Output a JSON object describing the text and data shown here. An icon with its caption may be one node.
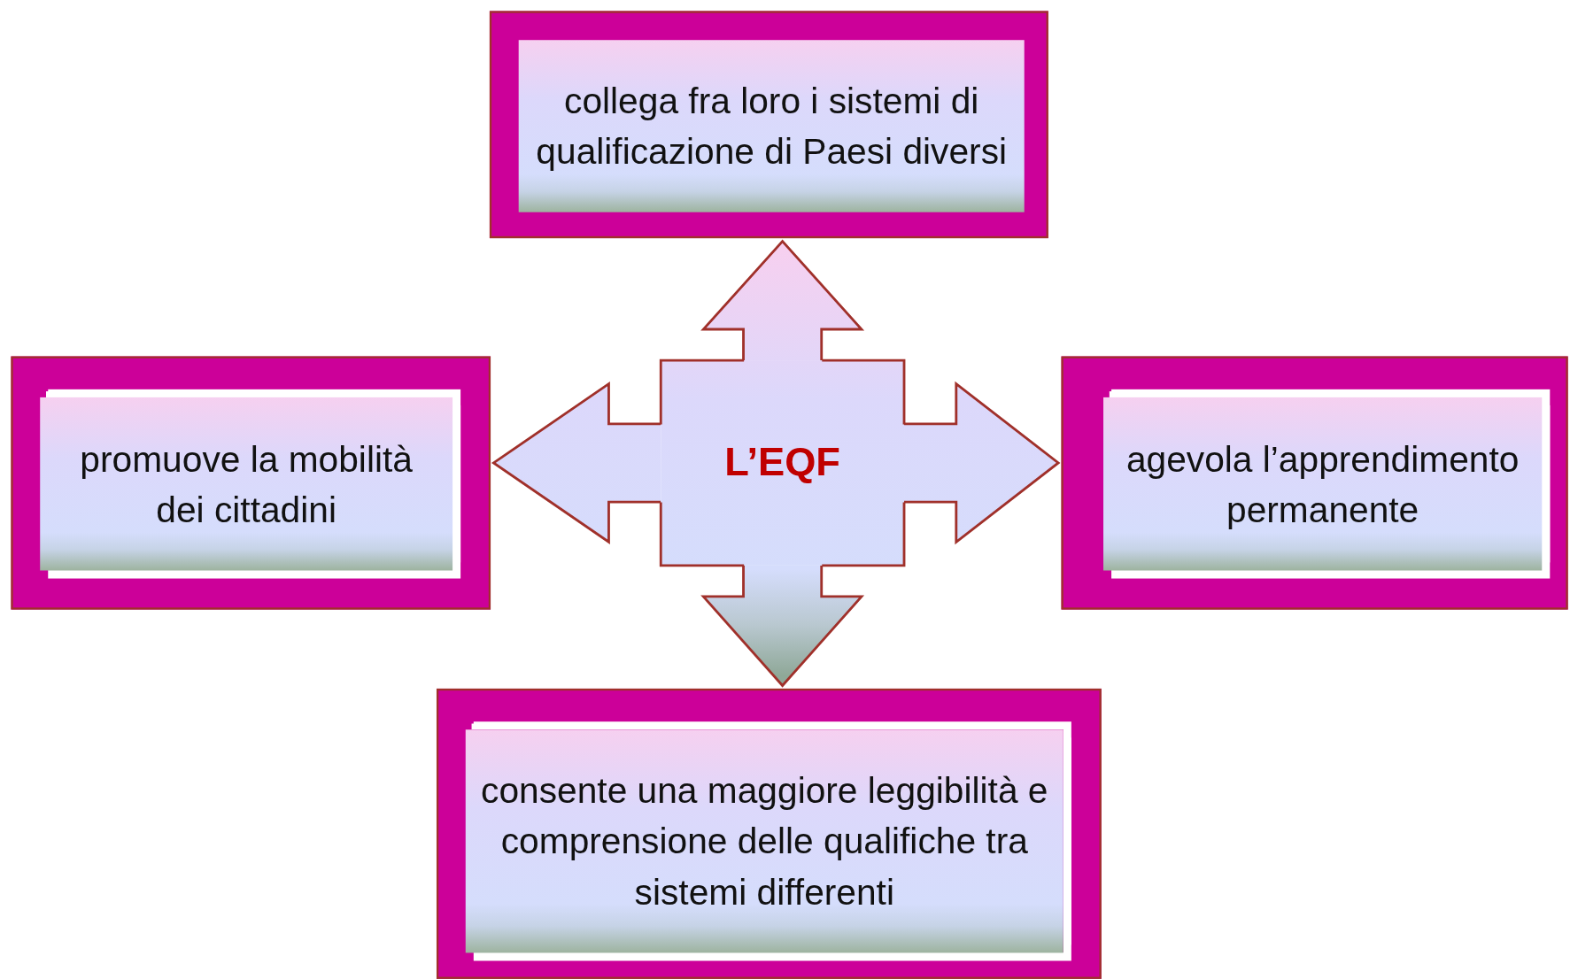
{
  "diagram": {
    "nodes": [
      {
        "text": [
          "collega fra loro i sistemi di qualificazione di Paesi diversi"
        ]
      },
      {
        "text": [
          "promuove la mobilità dei cittadini"
        ]
      },
      {
        "text": [
          "L’EQF"
        ]
      },
      {
        "text": [
          "agevola l’apprendimento permanente"
        ]
      },
      {
        "text": [
          "consente una maggiore leggibilità e comprensione delle qualifiche tra sistemi differenti"
        ]
      }
    ],
    "edges": [
      {
        "from": 2,
        "to": 0,
        "arrow": "to"
      },
      {
        "from": 2,
        "to": 1,
        "arrow": "to"
      },
      {
        "from": 2,
        "to": 3,
        "arrow": "to"
      },
      {
        "from": 2,
        "to": 4,
        "arrow": "to"
      }
    ]
  }
}
